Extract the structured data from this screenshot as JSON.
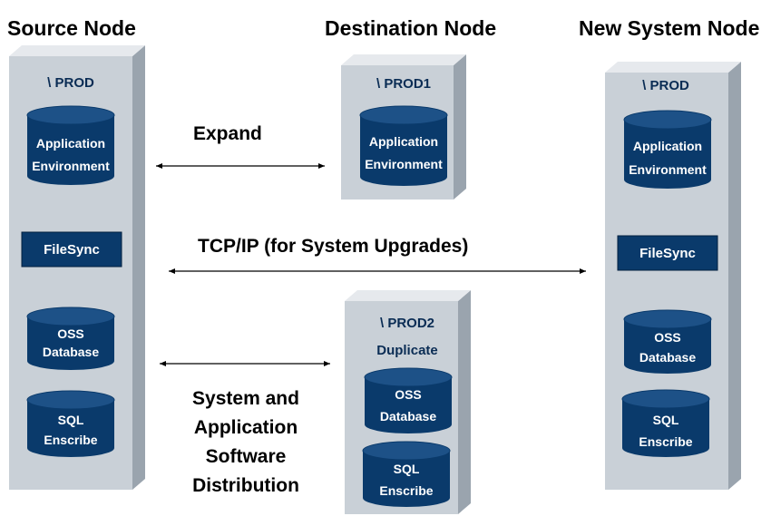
{
  "headings": {
    "source": "Source Node",
    "destination": "Destination  Node",
    "new_system": "New System Node"
  },
  "nodes": {
    "source": {
      "title": "\\ PROD",
      "app_env": [
        "Application",
        "Environment"
      ],
      "filesync": "FileSync",
      "oss_db": [
        "OSS",
        "Database"
      ],
      "sql": [
        "SQL",
        "Enscribe"
      ]
    },
    "prod1": {
      "title": "\\ PROD1",
      "app_env": [
        "Application",
        "Environment"
      ]
    },
    "prod2": {
      "title": "\\ PROD2",
      "subtitle": "Duplicate",
      "oss_db": [
        "OSS",
        "Database"
      ],
      "sql": [
        "SQL",
        "Enscribe"
      ]
    },
    "new_system": {
      "title": "\\ PROD",
      "app_env": [
        "Application",
        "Environment"
      ],
      "filesync": "FileSync",
      "oss_db": [
        "OSS",
        "Database"
      ],
      "sql": [
        "SQL",
        "Enscribe"
      ]
    }
  },
  "connections": {
    "expand": "Expand",
    "tcpip": "TCP/IP (for System Upgrades)",
    "distribution": [
      "System and",
      "Application",
      "Software",
      "Distribution"
    ]
  },
  "colors": {
    "box_front": "#c9d0d7",
    "box_top": "#e6e9ed",
    "box_side": "#9aa4ae",
    "cylinder": "#0a3a6b",
    "cylinder_top": "#1d5187",
    "filesync_box": "#0a3a6b",
    "node_title": "#0a2c54"
  }
}
